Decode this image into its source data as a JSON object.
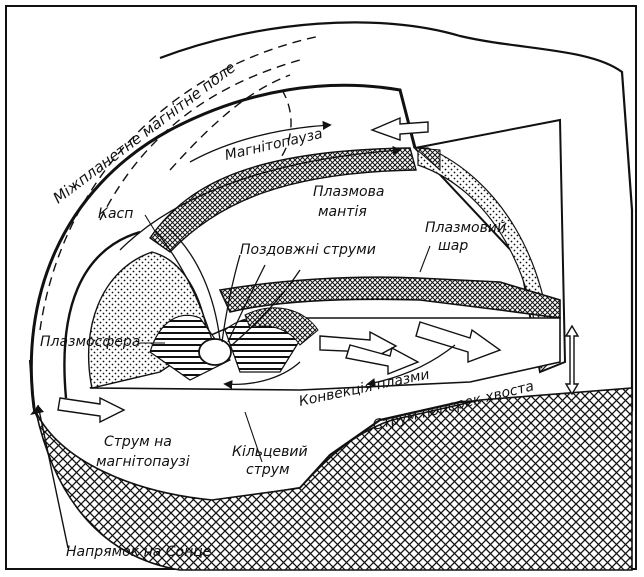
{
  "diagram": {
    "labels": {
      "imf": "Міжпланетне магнітне поле",
      "magnetopause": "Магнітопауза",
      "cusp": "Касп",
      "plasma_mantle_1": "Плазмова",
      "plasma_mantle_2": "мантія",
      "field_aligned_currents": "Поздовжні струми",
      "plasma_sheet_1": "Плазмовий",
      "plasma_sheet_2": "шар",
      "plasmasphere": "Плазмосфера",
      "plasma_convection": "Конвекція плазми",
      "cross_tail_current": "Струм поперек хвоста",
      "magnetopause_current_1": "Струм на",
      "magnetopause_current_2": "магнітопаузі",
      "ring_current_1": "Кільцевий",
      "ring_current_2": "струм",
      "sun_direction": "Напрямок на Сонце"
    },
    "colors": {
      "ink": "#111111",
      "background": "#ffffff"
    }
  }
}
